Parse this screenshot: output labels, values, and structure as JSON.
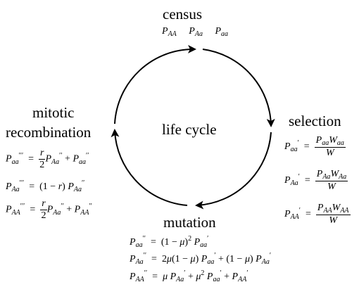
{
  "diagram": {
    "center_label": "life cycle",
    "stages": {
      "census": "census",
      "selection": "selection",
      "mutation": "mutation",
      "recombination_line1": "mitotic",
      "recombination_line2": "recombination"
    },
    "census_vars": [
      "P_AA",
      "P_Aa",
      "P_aa"
    ],
    "equals": "=",
    "plus": "+",
    "selection_eqs": [
      {
        "lhs": "P'_aa",
        "num": "P_aa W_aa",
        "den": "W̄"
      },
      {
        "lhs": "P'_Aa",
        "num": "P_Aa W_Aa",
        "den": "W̄"
      },
      {
        "lhs": "P'_AA",
        "num": "P_AA W_AA",
        "den": "W̄"
      }
    ],
    "mutation_eqs": [
      "P''_aa = (1 − μ)² P'_aa",
      "P''_Aa = 2μ(1 − μ) P'_aa + (1 − μ) P'_Aa",
      "P''_AA = μ P'_Aa + μ² P'_aa + P'_AA"
    ],
    "recombination_eqs": [
      "P'''_aa = r/2 P''_Aa + P''_aa",
      "P'''_Aa = (1 − r) P''_Aa",
      "P'''_AA = r/2 P''_Aa + P''_AA"
    ],
    "symbols": {
      "r": "r",
      "two": "2",
      "one_minus_r": "(1 − r)",
      "one_minus_mu": "(1 − μ)",
      "mu": "μ",
      "two_mu": "2μ"
    }
  }
}
